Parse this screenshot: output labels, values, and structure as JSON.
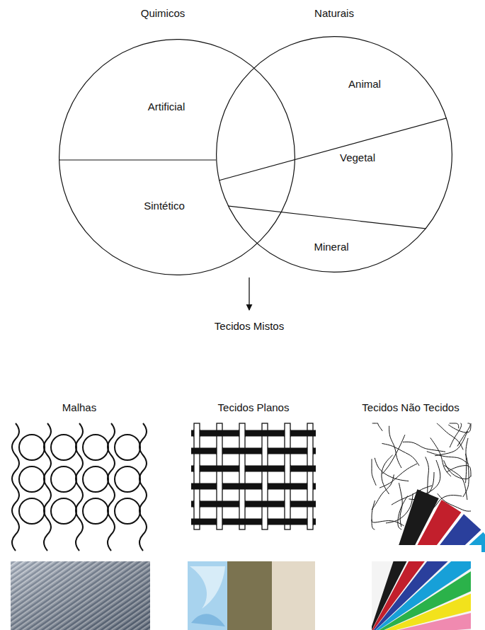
{
  "diagram": {
    "nodes": [
      {
        "text": [
          "Quimicos"
        ]
      },
      {
        "text": [
          "Naturais"
        ]
      },
      {
        "text": [
          "Artificial"
        ],
        "in": 0
      },
      {
        "text": [
          "Sintético"
        ],
        "in": 0
      },
      {
        "text": [
          "Animal"
        ],
        "in": 1
      },
      {
        "text": [
          "Vegetal"
        ],
        "in": 1
      },
      {
        "text": [
          "Mineral"
        ],
        "in": 1
      }
    ],
    "labels": [
      "Tecidos Mistos",
      "Malhas",
      "Tecidos Planos",
      "Tecidos Não Tecidos"
    ]
  }
}
